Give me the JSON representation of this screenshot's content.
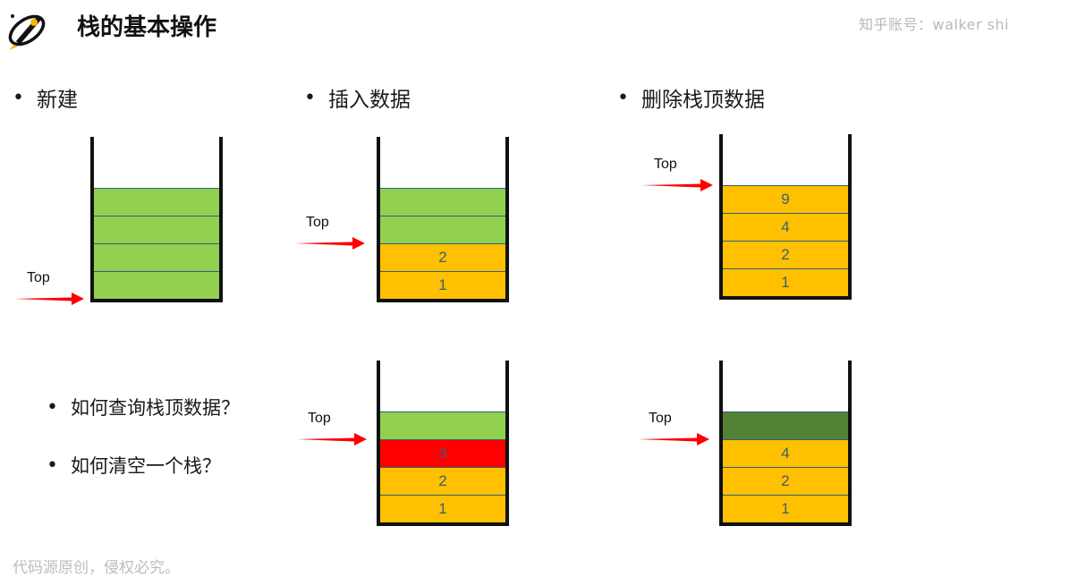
{
  "header": {
    "title": "栈的基本操作",
    "watermark": "知乎账号：walker shi",
    "logo_icon": "rocket-orbit-logo-icon"
  },
  "sections": {
    "new": "新建",
    "insert": "插入数据",
    "delete_top": "删除栈顶数据"
  },
  "questions": [
    "如何查询栈顶数据？",
    "如何清空一个栈？"
  ],
  "bullet": "•",
  "pointer_label": "Top",
  "footer": "代码源原创，侵权必究。",
  "colors": {
    "empty": "#92d050",
    "filled": "#ffc000",
    "highlight": "#ff0000",
    "removed": "#548235",
    "arrow": "#ff0000",
    "divider": "#2e5f7f"
  },
  "stacks": [
    {
      "id": "new",
      "top_index": 0,
      "cells": [
        {
          "s": "empty",
          "v": ""
        },
        {
          "s": "empty",
          "v": ""
        },
        {
          "s": "empty",
          "v": ""
        },
        {
          "s": "empty",
          "v": ""
        }
      ]
    },
    {
      "id": "insert",
      "top_index": 2,
      "cells": [
        {
          "s": "filled",
          "v": "1"
        },
        {
          "s": "filled",
          "v": "2"
        },
        {
          "s": "empty",
          "v": ""
        },
        {
          "s": "empty",
          "v": ""
        }
      ]
    },
    {
      "id": "delete-before",
      "top_index": 4,
      "cells": [
        {
          "s": "filled",
          "v": "1"
        },
        {
          "s": "filled",
          "v": "2"
        },
        {
          "s": "filled",
          "v": "4"
        },
        {
          "s": "filled",
          "v": "9"
        }
      ]
    },
    {
      "id": "insert-highlight",
      "top_index": 3,
      "cells": [
        {
          "s": "filled",
          "v": "1"
        },
        {
          "s": "filled",
          "v": "2"
        },
        {
          "s": "highlight",
          "v": "3"
        },
        {
          "s": "empty",
          "v": ""
        }
      ]
    },
    {
      "id": "delete-after",
      "top_index": 3,
      "cells": [
        {
          "s": "filled",
          "v": "1"
        },
        {
          "s": "filled",
          "v": "2"
        },
        {
          "s": "filled",
          "v": "4"
        },
        {
          "s": "removed",
          "v": ""
        }
      ]
    }
  ]
}
